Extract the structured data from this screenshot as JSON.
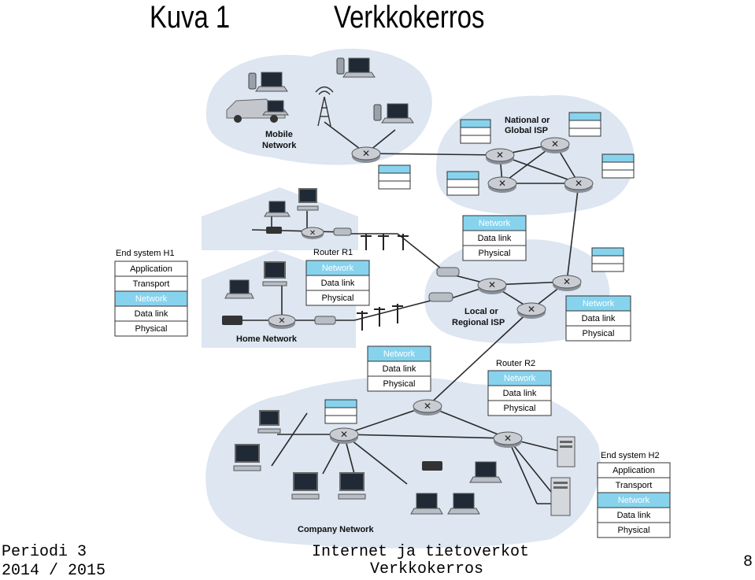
{
  "header": {
    "kuva": "Kuva 1",
    "title": "Verkkokerros"
  },
  "footer": {
    "period": "Periodi 3",
    "years": "2014 / 2015",
    "course": "Internet ja tietoverkot",
    "topic": "Verkkokerros",
    "page": "8"
  },
  "diagram": {
    "regions": {
      "mobile": "Mobile Network",
      "isp_global": "National or Global ISP",
      "isp_local": "Local or Regional ISP",
      "home": "Home Network",
      "company": "Company Network"
    },
    "end_system_h1": {
      "title": "End system H1",
      "layers": [
        "Application",
        "Transport",
        "Network",
        "Data link",
        "Physical"
      ]
    },
    "router_r1": {
      "title": "Router R1",
      "layers": [
        "Network",
        "Data link",
        "Physical"
      ]
    },
    "router_r2": {
      "title": "Router R2",
      "layers": [
        "Network",
        "Data link",
        "Physical"
      ]
    },
    "end_system_h2": {
      "title": "End system H2",
      "layers": [
        "Application",
        "Transport",
        "Network",
        "Data link",
        "Physical"
      ]
    },
    "stack_top": {
      "layers": [
        "Network",
        "Data link",
        "Physical"
      ]
    },
    "stack_right": {
      "layers": [
        "Network",
        "Data link",
        "Physical"
      ]
    },
    "stack_mid": {
      "layers": [
        "Network",
        "Data link",
        "Physical"
      ]
    },
    "colors": {
      "highlight": "#87d3ee",
      "cloud": "#dde6f1",
      "router": "#c9cdd3"
    }
  }
}
